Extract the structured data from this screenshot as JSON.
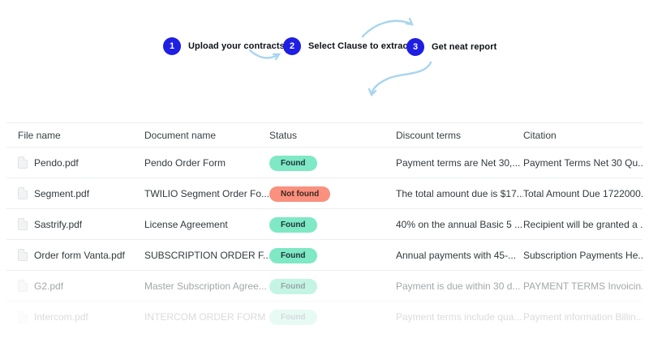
{
  "colors": {
    "accent_blue": "#1F1EE3",
    "arrow_blue": "#A8D5EE",
    "badge_found_bg": "#7EE9C4",
    "badge_found_text": "#20343B",
    "badge_notfound_bg": "#F9917E",
    "badge_notfound_text": "#3F2720",
    "divider": "#ECEEEF",
    "text_dark": "#33393E",
    "text_header": "#3A4045"
  },
  "steps": {
    "items": [
      {
        "number": "1",
        "label": "Upload your contracts"
      },
      {
        "number": "2",
        "label": "Select Clause to extract"
      },
      {
        "number": "3",
        "label": "Get neat report"
      }
    ]
  },
  "table": {
    "columns": [
      "File name",
      "Document name",
      "Status",
      "Discount terms",
      "Citation"
    ],
    "rows": [
      {
        "file": "Pendo.pdf",
        "document": "Pendo Order Form",
        "status": "Found",
        "discount": "Payment terms are Net 30,...",
        "citation": "Payment Terms Net 30 Qu...",
        "opacity": 1
      },
      {
        "file": "Segment.pdf",
        "document": "TWILIO Segment Order Fo...",
        "status": "Not found",
        "discount": "The total amount due is $17...",
        "citation": "Total Amount Due 1722000...",
        "opacity": 1
      },
      {
        "file": "Sastrify.pdf",
        "document": "License Agreement",
        "status": "Found",
        "discount": "40% on the annual Basic 5 ...",
        "citation": "Recipient will be granted a ...",
        "opacity": 1
      },
      {
        "file": "Order form Vanta.pdf",
        "document": "SUBSCRIPTION ORDER F...",
        "status": "Found",
        "discount": "Annual payments with 45-...",
        "citation": "Subscription Payments He...",
        "opacity": 1
      },
      {
        "file": "G2.pdf",
        "document": "Master Subscription Agree...",
        "status": "Found",
        "discount": "Payment is due within 30 d...",
        "citation": "PAYMENT TERMS Invoicin...",
        "opacity": 0.45
      },
      {
        "file": "Intercom.pdf",
        "document": "INTERCOM ORDER FORM",
        "status": "Found",
        "discount": "Payment terms include qua...",
        "citation": "Payment information Billin...",
        "opacity": 0.18
      }
    ]
  }
}
